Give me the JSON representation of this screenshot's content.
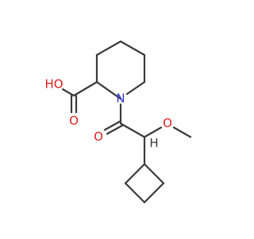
{
  "molecule": {
    "atoms": {
      "ho_label": "HO",
      "o_acid_carbonyl": "O",
      "n_ring": "N",
      "o_amide": "O",
      "o_methoxy": "O",
      "h_alpha": "H"
    },
    "colors": {
      "bond": "#3a3a3a",
      "oxygen": "#e11c1c",
      "nitrogen": "#2b35d6"
    }
  }
}
